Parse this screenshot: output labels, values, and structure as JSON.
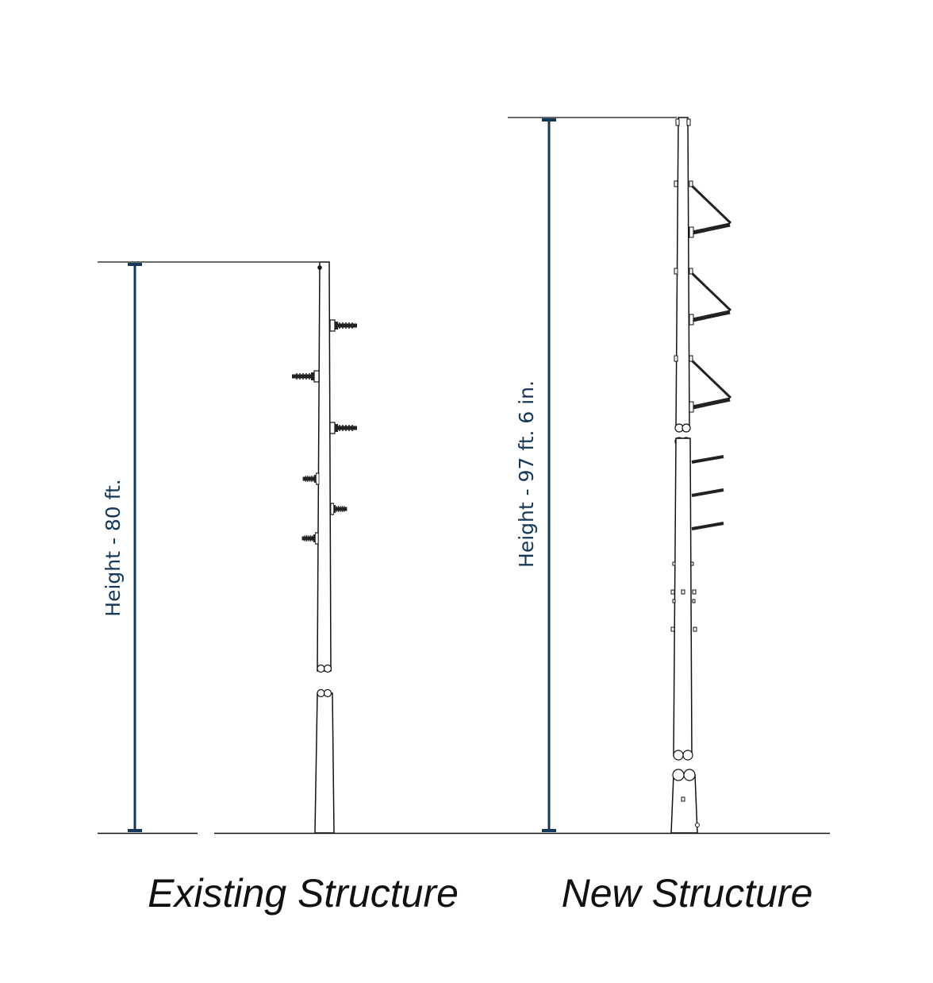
{
  "colors": {
    "dimension": "#14385a",
    "line": "#111111"
  },
  "existing": {
    "height_label": "Height - 80 ft.",
    "title": "Existing Structure"
  },
  "new": {
    "height_label": "Height - 97 ft. 6 in.",
    "title": "New Structure"
  }
}
